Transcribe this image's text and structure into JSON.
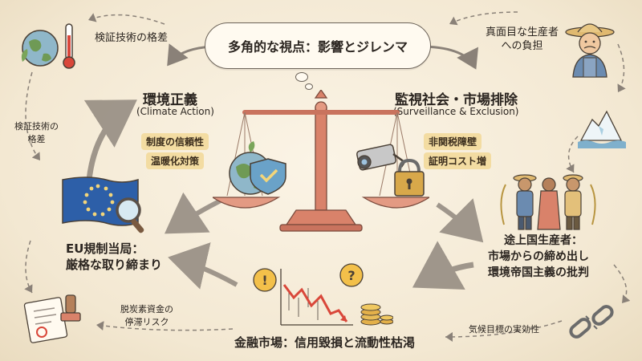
{
  "title": "多角的な視点：影響とジレンマ",
  "left_block": {
    "heading": "環境正義",
    "heading_en": "(Climate Action)",
    "tags": [
      "制度の信頼性",
      "温暖化対策"
    ]
  },
  "right_block": {
    "heading": "監視社会・市場排除",
    "heading_en": "(Surveillance & Exclusion)",
    "tags": [
      "非関税障壁",
      "証明コスト増"
    ]
  },
  "labels": {
    "top_left": "検証技術の格差",
    "left_mid": [
      "検証技術の",
      "格差"
    ],
    "top_right": [
      "真面目な生産者",
      "への負担"
    ],
    "eu": [
      "EU規制当局：",
      "厳格な取り締まり"
    ],
    "producers": [
      "途上国生産者：",
      "市場からの締め出し",
      "環境帝国主義の批判"
    ],
    "decarbon": [
      "脱炭素資金の",
      "停滞リスク"
    ],
    "finance": "金融市場：信用毀損と流動性枯渇",
    "climate_goal": "気候目標の実効性"
  },
  "colors": {
    "background": "#f3e8d2",
    "scale": "#d9826a",
    "tag_bg": "#f3dca2",
    "arrow": "#8a8178",
    "eu_flag": "#2d5fa8"
  },
  "icons": [
    "earth-thermometer-icon",
    "farmer-icon",
    "melting-iceberg-icon",
    "eu-flag-magnifier-icon",
    "producers-group-icon",
    "stamp-document-icon",
    "falling-chart-icon",
    "broken-chain-icon",
    "globe-shield-icon",
    "camera-lock-icon"
  ]
}
